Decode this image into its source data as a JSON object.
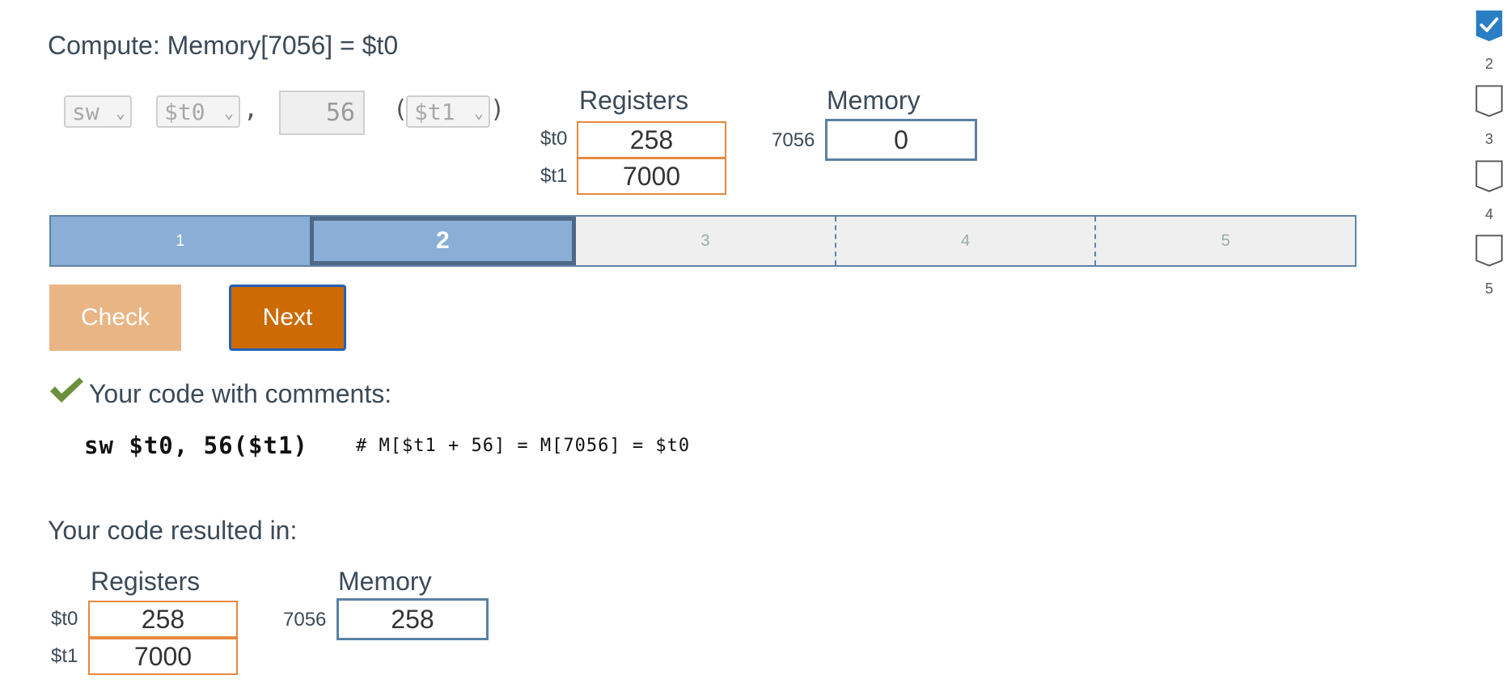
{
  "prompt": "Compute: Memory[7056] = $t0",
  "instruction": {
    "opcode": "sw",
    "rt": "$t0",
    "comma": ",",
    "immediate": "56",
    "paren_open": "(",
    "rs": "$t1",
    "paren_close": ")"
  },
  "top_tables": {
    "registers_title": "Registers",
    "registers": [
      {
        "name": "$t0",
        "value": "258"
      },
      {
        "name": "$t1",
        "value": "7000"
      }
    ],
    "memory_title": "Memory",
    "memory": [
      {
        "address": "7056",
        "value": "0"
      }
    ]
  },
  "progress": {
    "segments": [
      "1",
      "2",
      "3",
      "4",
      "5"
    ],
    "current": 2
  },
  "buttons": {
    "check": "Check",
    "next": "Next"
  },
  "feedback": {
    "comments_title": "Your code with comments:",
    "code": "sw $t0, 56($t1)",
    "comment": "# M[$t1 + 56] = M[7056] = $t0"
  },
  "result": {
    "title": "Your code resulted in:",
    "registers_title": "Registers",
    "registers": [
      {
        "name": "$t0",
        "value": "258"
      },
      {
        "name": "$t1",
        "value": "7000"
      }
    ],
    "memory_title": "Memory",
    "memory": [
      {
        "address": "7056",
        "value": "258"
      }
    ]
  },
  "levels": [
    {
      "label": "2",
      "completed": true
    },
    {
      "label": "3",
      "completed": false
    },
    {
      "label": "4",
      "completed": false
    },
    {
      "label": "5",
      "completed": false
    }
  ],
  "colors": {
    "register_border": "#e6883f",
    "memory_border": "#5b81a3",
    "progress_fill": "#8aaed6",
    "check_button": "#e9b585",
    "next_button": "#cc6a04",
    "level_done": "#2a7fc4"
  },
  "icons": {
    "feedback": "checkmark-icon",
    "level_done": "check-icon",
    "dropdown": "chevron-down-icon"
  }
}
